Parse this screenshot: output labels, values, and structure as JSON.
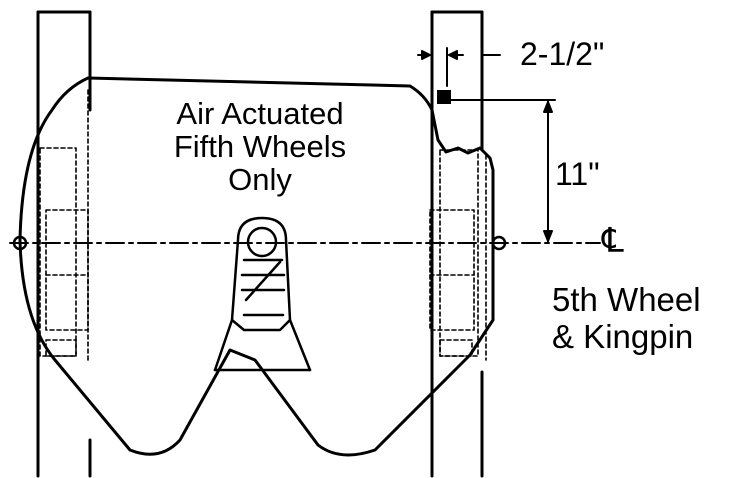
{
  "diagram": {
    "note_lines": [
      "Air Actuated",
      "Fifth Wheels",
      "Only"
    ],
    "horizontal_dimension": "2-1/2\"",
    "vertical_dimension": "11\"",
    "centerline_symbol": "℄",
    "centerline_lines": [
      "5th Wheel",
      "& Kingpin"
    ]
  }
}
